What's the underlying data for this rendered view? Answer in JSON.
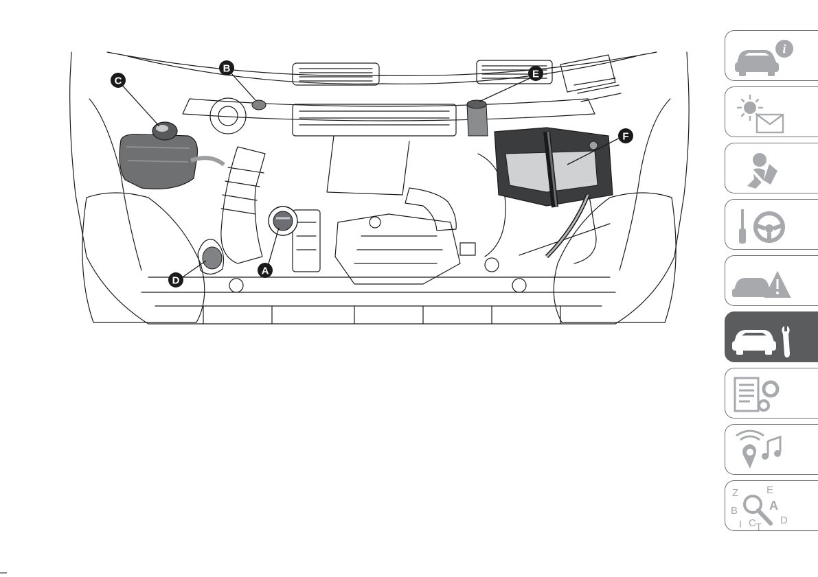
{
  "figure": {
    "callouts": [
      {
        "id": "callout-a",
        "label": "A"
      },
      {
        "id": "callout-b",
        "label": "B"
      },
      {
        "id": "callout-c",
        "label": "C"
      },
      {
        "id": "callout-d",
        "label": "D"
      },
      {
        "id": "callout-e",
        "label": "E"
      },
      {
        "id": "callout-f",
        "label": "F"
      }
    ]
  },
  "side_tabs": [
    {
      "name": "car-info-icon",
      "active": false
    },
    {
      "name": "warning-light-message-icon",
      "active": false
    },
    {
      "name": "safety-airbag-icon",
      "active": false
    },
    {
      "name": "key-steering-wheel-icon",
      "active": false
    },
    {
      "name": "road-emergency-icon",
      "active": false
    },
    {
      "name": "car-maintenance-icon",
      "active": true
    },
    {
      "name": "specifications-gears-icon",
      "active": false
    },
    {
      "name": "multimedia-icon",
      "active": false
    },
    {
      "name": "alphabetical-index-icon",
      "active": false
    }
  ],
  "index_letters": {
    "z": "Z",
    "e": "E",
    "b": "B",
    "a": "A",
    "i": "I",
    "c": "C",
    "t": "T",
    "d": "D"
  },
  "colors": {
    "tab_border": "#6d6e71",
    "tab_active": "#5b5c5e",
    "icon_gray": "#a7a9ac",
    "line": "#1a1a1a"
  }
}
